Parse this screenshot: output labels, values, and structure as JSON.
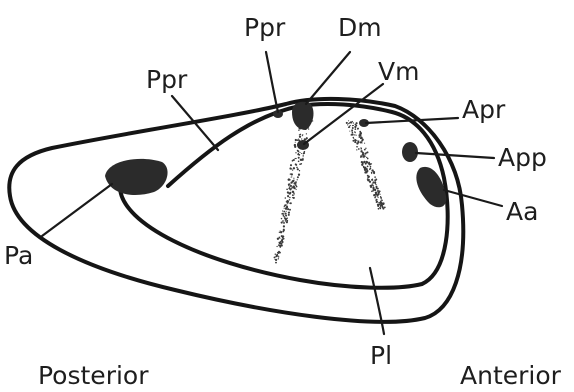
{
  "labels": {
    "ppr_top": "Ppr",
    "dm": "Dm",
    "vm": "Vm",
    "ppr_left": "Ppr",
    "apr": "Apr",
    "app": "App",
    "aa": "Aa",
    "pa": "Pa",
    "pl": "Pl",
    "posterior": "Posterior",
    "anterior": "Anterior"
  }
}
